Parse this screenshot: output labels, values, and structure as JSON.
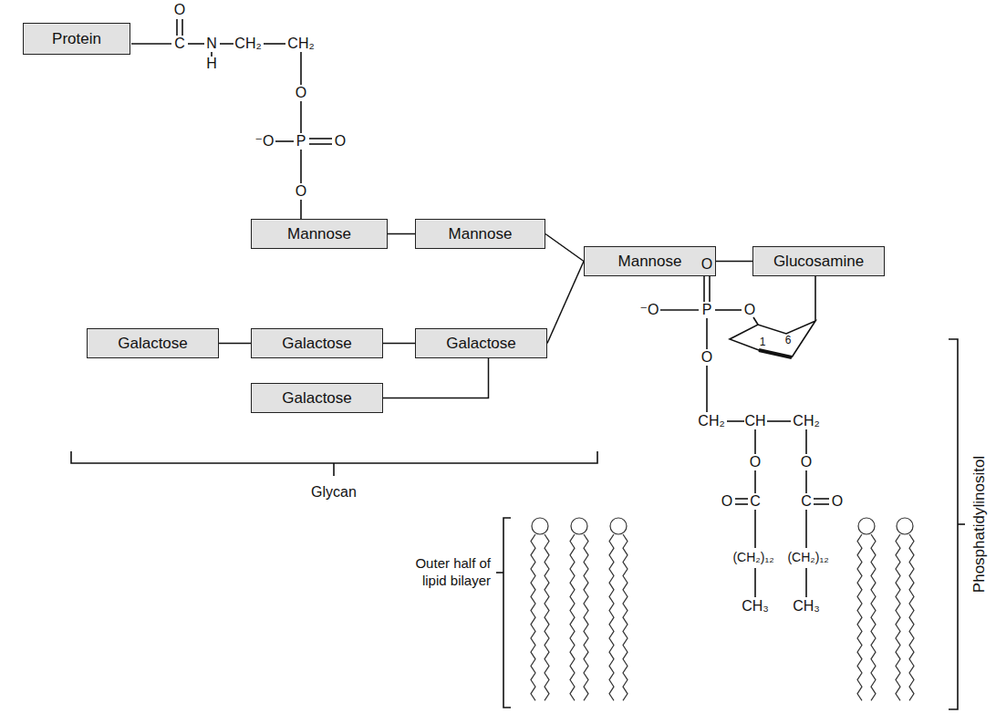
{
  "diagram": {
    "nodes": [
      {
        "text": [
          "Protein"
        ]
      },
      {
        "text": [
          "Mannose"
        ]
      },
      {
        "text": [
          "Mannose"
        ]
      },
      {
        "text": [
          "Mannose"
        ]
      },
      {
        "text": [
          "Glucosamine"
        ]
      },
      {
        "text": [
          "Galactose"
        ]
      },
      {
        "text": [
          "Galactose"
        ]
      },
      {
        "text": [
          "Galactose"
        ]
      },
      {
        "text": [
          "Galactose"
        ]
      }
    ],
    "edges": [
      {
        "from": 1,
        "to": 2,
        "arrow": "none"
      },
      {
        "from": 2,
        "to": 3,
        "arrow": "none"
      },
      {
        "from": 7,
        "to": 3,
        "arrow": "none"
      },
      {
        "from": 3,
        "to": 4,
        "arrow": "none"
      },
      {
        "from": 5,
        "to": 6,
        "arrow": "none"
      },
      {
        "from": 6,
        "to": 7,
        "arrow": "none"
      },
      {
        "from": 7,
        "to": 8,
        "arrow": "none"
      }
    ],
    "labels": [
      "O",
      "C",
      "N",
      "H",
      "CH₂",
      "CH₂",
      "O",
      "⁻O",
      "P",
      "O",
      "O",
      "Glycan",
      "O",
      "⁻O",
      "P",
      "O",
      "O",
      "1",
      "6",
      "CH₂",
      "CH",
      "CH₂",
      "O",
      "O",
      "O",
      "C",
      "C",
      "O",
      "(CH₂)₁₂",
      "(CH₂)₁₂",
      "CH₃",
      "CH₃",
      "Outer half of lipid bilayer",
      "Phosphatidylinositol"
    ]
  }
}
